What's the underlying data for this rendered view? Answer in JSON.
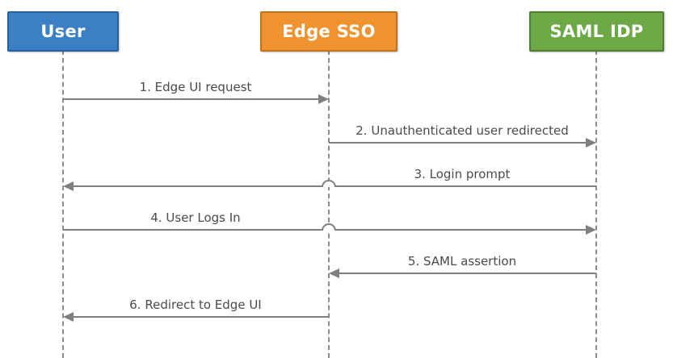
{
  "diagram": {
    "type": "sequence-diagram",
    "actors": [
      {
        "name": "User",
        "fill": "#3B7FC4",
        "border": "#2A6099",
        "text_color": "#FFFFFF"
      },
      {
        "name": "Edge SSO",
        "fill": "#EE9330",
        "border": "#BE731F",
        "text_color": "#FFFFFF"
      },
      {
        "name": "SAML IDP",
        "fill": "#6CA846",
        "border": "#4E7D33",
        "text_color": "#FFFFFF"
      }
    ],
    "messages": [
      {
        "label": "1. Edge UI request",
        "from": "User",
        "to": "Edge SSO",
        "direction": "right"
      },
      {
        "label": "2. Unauthenticated user redirected",
        "from": "Edge SSO",
        "to": "SAML IDP",
        "direction": "right"
      },
      {
        "label": "3. Login prompt",
        "from": "SAML IDP",
        "to": "User",
        "direction": "left"
      },
      {
        "label": "4. User Logs In",
        "from": "User",
        "to": "SAML IDP",
        "direction": "right"
      },
      {
        "label": "5. SAML assertion",
        "from": "SAML IDP",
        "to": "Edge SSO",
        "direction": "left"
      },
      {
        "label": "6. Redirect to Edge UI",
        "from": "Edge SSO",
        "to": "User",
        "direction": "left"
      }
    ],
    "style": {
      "line_color": "#7F7F7F",
      "label_color": "#4A4A4A",
      "lifeline_color": "#8C8C8C",
      "background": "#FFFFFF"
    }
  }
}
